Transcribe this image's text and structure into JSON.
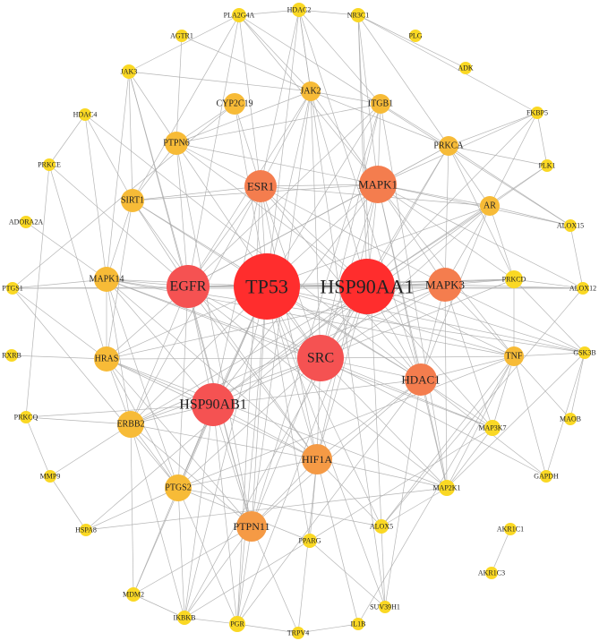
{
  "colors": {
    "tier1": "#ff2d2d",
    "tier2": "#f55252",
    "tier3": "#f47d4e",
    "tier4": "#f59a45",
    "tier5": "#f7bb37",
    "tier6": "#fad824",
    "edge": "#a9a9a9"
  },
  "nodes": [
    {
      "id": "TP53",
      "label": "TP53",
      "tier": 1
    },
    {
      "id": "HSP90AA1",
      "label": "HSP90AA1",
      "tier": 1
    },
    {
      "id": "EGFR",
      "label": "EGFR",
      "tier": 2
    },
    {
      "id": "HSP90AB1",
      "label": "HSP90AB1",
      "tier": 2
    },
    {
      "id": "SRC",
      "label": "SRC",
      "tier": 2
    },
    {
      "id": "MAPK1",
      "label": "MAPK1",
      "tier": 3
    },
    {
      "id": "ESR1",
      "label": "ESR1",
      "tier": 3
    },
    {
      "id": "MAPK3",
      "label": "MAPK3",
      "tier": 3
    },
    {
      "id": "HDAC1",
      "label": "HDAC1",
      "tier": 3
    },
    {
      "id": "HIF1A",
      "label": "HIF1A",
      "tier": 4
    },
    {
      "id": "PTPN11",
      "label": "PTPN11",
      "tier": 4
    },
    {
      "id": "PTGS2",
      "label": "PTGS2",
      "tier": 5
    },
    {
      "id": "ERBB2",
      "label": "ERBB2",
      "tier": 5
    },
    {
      "id": "HRAS",
      "label": "HRAS",
      "tier": 5
    },
    {
      "id": "MAPK14",
      "label": "MAPK14",
      "tier": 5
    },
    {
      "id": "SIRT1",
      "label": "SIRT1",
      "tier": 5
    },
    {
      "id": "PTPN6",
      "label": "PTPN6",
      "tier": 5
    },
    {
      "id": "CYP2C19",
      "label": "CYP2C19",
      "tier": 5
    },
    {
      "id": "JAK2",
      "label": "JAK2",
      "tier": 5
    },
    {
      "id": "ITGB1",
      "label": "ITGB1",
      "tier": 5
    },
    {
      "id": "PRKCA",
      "label": "PRKCA",
      "tier": 5
    },
    {
      "id": "AR",
      "label": "AR",
      "tier": 5
    },
    {
      "id": "PRKCD",
      "label": "PRKCD",
      "tier": 6
    },
    {
      "id": "TNF",
      "label": "TNF",
      "tier": 5
    },
    {
      "id": "MAP3K7",
      "label": "MAP3K7",
      "tier": 6
    },
    {
      "id": "MAP2K1",
      "label": "MAP2K1",
      "tier": 6
    },
    {
      "id": "PLA2G4A",
      "label": "PLA2G4A",
      "tier": 6
    },
    {
      "id": "HDAC2",
      "label": "HDAC2",
      "tier": 6
    },
    {
      "id": "NR3C1",
      "label": "NR3C1",
      "tier": 6
    },
    {
      "id": "AGTR1",
      "label": "AGTR1",
      "tier": 6
    },
    {
      "id": "PLG",
      "label": "PLG",
      "tier": 6
    },
    {
      "id": "ADK",
      "label": "ADK",
      "tier": 6
    },
    {
      "id": "JAK3",
      "label": "JAK3",
      "tier": 6
    },
    {
      "id": "FKBP5",
      "label": "FKBP5",
      "tier": 6
    },
    {
      "id": "HDAC4",
      "label": "HDAC4",
      "tier": 6
    },
    {
      "id": "PLK1",
      "label": "PLK1",
      "tier": 6
    },
    {
      "id": "PRKCE",
      "label": "PRKCE",
      "tier": 6
    },
    {
      "id": "ALOX15",
      "label": "ALOX15",
      "tier": 6
    },
    {
      "id": "ADORA2A",
      "label": "ADORA2A",
      "tier": 6
    },
    {
      "id": "ALOX12",
      "label": "ALOX12",
      "tier": 6
    },
    {
      "id": "PTGS1",
      "label": "PTGS1",
      "tier": 6
    },
    {
      "id": "RXRB",
      "label": "RXRB",
      "tier": 6
    },
    {
      "id": "GSK3B",
      "label": "GSK3B",
      "tier": 6
    },
    {
      "id": "PRKCQ",
      "label": "PRKCQ",
      "tier": 6
    },
    {
      "id": "MAOB",
      "label": "MAOB",
      "tier": 6
    },
    {
      "id": "MMP9",
      "label": "MMP9",
      "tier": 6
    },
    {
      "id": "GAPDH",
      "label": "GAPDH",
      "tier": 6
    },
    {
      "id": "HSPA8",
      "label": "HSPA8",
      "tier": 6
    },
    {
      "id": "ALOX5",
      "label": "ALOX5",
      "tier": 6
    },
    {
      "id": "PPARG",
      "label": "PPARG",
      "tier": 6
    },
    {
      "id": "AKR1C1",
      "label": "AKR1C1",
      "tier": 6
    },
    {
      "id": "AKR1C3",
      "label": "AKR1C3",
      "tier": 6
    },
    {
      "id": "MDM2",
      "label": "MDM2",
      "tier": 6
    },
    {
      "id": "SUV39H1",
      "label": "SUV39H1",
      "tier": 6
    },
    {
      "id": "IKBKB",
      "label": "IKBKB",
      "tier": 6
    },
    {
      "id": "PGR",
      "label": "PGR",
      "tier": 6
    },
    {
      "id": "TRPV4",
      "label": "TRPV4",
      "tier": 6
    },
    {
      "id": "IL1B",
      "label": "IL1B",
      "tier": 6
    }
  ],
  "edges": [
    [
      "TP53",
      "HSP90AA1"
    ],
    [
      "TP53",
      "EGFR"
    ],
    [
      "TP53",
      "SRC"
    ],
    [
      "TP53",
      "HSP90AB1"
    ],
    [
      "TP53",
      "MAPK1"
    ],
    [
      "TP53",
      "ESR1"
    ],
    [
      "TP53",
      "MAPK3"
    ],
    [
      "TP53",
      "HDAC1"
    ],
    [
      "TP53",
      "HIF1A"
    ],
    [
      "TP53",
      "SIRT1"
    ],
    [
      "TP53",
      "MAPK14"
    ],
    [
      "TP53",
      "MDM2"
    ],
    [
      "TP53",
      "JAK2"
    ],
    [
      "TP53",
      "PTGS2"
    ],
    [
      "TP53",
      "ERBB2"
    ],
    [
      "TP53",
      "HRAS"
    ],
    [
      "TP53",
      "TNF"
    ],
    [
      "TP53",
      "AR"
    ],
    [
      "TP53",
      "PRKCD"
    ],
    [
      "TP53",
      "PTPN11"
    ],
    [
      "TP53",
      "HDAC2"
    ],
    [
      "TP53",
      "GSK3B"
    ],
    [
      "TP53",
      "IKBKB"
    ],
    [
      "TP53",
      "PGR"
    ],
    [
      "TP53",
      "ALOX5"
    ],
    [
      "TP53",
      "PPARG"
    ],
    [
      "TP53",
      "PTGS1"
    ],
    [
      "TP53",
      "SUV39H1"
    ],
    [
      "TP53",
      "CYP2C19"
    ],
    [
      "TP53",
      "ITGB1"
    ],
    [
      "HSP90AA1",
      "EGFR"
    ],
    [
      "HSP90AA1",
      "SRC"
    ],
    [
      "HSP90AA1",
      "HSP90AB1"
    ],
    [
      "HSP90AA1",
      "MAPK1"
    ],
    [
      "HSP90AA1",
      "ESR1"
    ],
    [
      "HSP90AA1",
      "MAPK3"
    ],
    [
      "HSP90AA1",
      "HDAC1"
    ],
    [
      "HSP90AA1",
      "HIF1A"
    ],
    [
      "HSP90AA1",
      "AR"
    ],
    [
      "HSP90AA1",
      "ERBB2"
    ],
    [
      "HSP90AA1",
      "PRKCD"
    ],
    [
      "HSP90AA1",
      "NR3C1"
    ],
    [
      "HSP90AA1",
      "FKBP5"
    ],
    [
      "HSP90AA1",
      "PGR"
    ],
    [
      "HSP90AA1",
      "GSK3B"
    ],
    [
      "HSP90AA1",
      "TNF"
    ],
    [
      "HSP90AA1",
      "JAK2"
    ],
    [
      "HSP90AA1",
      "PTPN6"
    ],
    [
      "HSP90AA1",
      "PLK1"
    ],
    [
      "HSP90AA1",
      "HSPA8"
    ],
    [
      "HSP90AA1",
      "IKBKB"
    ],
    [
      "HSP90AA1",
      "PRKCA"
    ],
    [
      "HSP90AA1",
      "MAP3K7"
    ],
    [
      "HSP90AA1",
      "ALOX12"
    ],
    [
      "EGFR",
      "SRC"
    ],
    [
      "EGFR",
      "HSP90AB1"
    ],
    [
      "EGFR",
      "MAPK1"
    ],
    [
      "EGFR",
      "ESR1"
    ],
    [
      "EGFR",
      "MAPK3"
    ],
    [
      "EGFR",
      "ERBB2"
    ],
    [
      "EGFR",
      "HRAS"
    ],
    [
      "EGFR",
      "PTPN11"
    ],
    [
      "EGFR",
      "PTPN6"
    ],
    [
      "EGFR",
      "JAK2"
    ],
    [
      "EGFR",
      "PRKCA"
    ],
    [
      "EGFR",
      "PTGS2"
    ],
    [
      "EGFR",
      "MAPK14"
    ],
    [
      "EGFR",
      "SIRT1"
    ],
    [
      "EGFR",
      "HIF1A"
    ],
    [
      "EGFR",
      "PRKCD"
    ],
    [
      "EGFR",
      "JAK3"
    ],
    [
      "EGFR",
      "PLA2G4A"
    ],
    [
      "EGFR",
      "PRKCE"
    ],
    [
      "EGFR",
      "MAP2K1"
    ],
    [
      "EGFR",
      "ITGB1"
    ],
    [
      "SRC",
      "HSP90AB1"
    ],
    [
      "SRC",
      "MAPK1"
    ],
    [
      "SRC",
      "ESR1"
    ],
    [
      "SRC",
      "MAPK3"
    ],
    [
      "SRC",
      "HDAC1"
    ],
    [
      "SRC",
      "HIF1A"
    ],
    [
      "SRC",
      "PTPN11"
    ],
    [
      "SRC",
      "PTPN6"
    ],
    [
      "SRC",
      "ERBB2"
    ],
    [
      "SRC",
      "HRAS"
    ],
    [
      "SRC",
      "ITGB1"
    ],
    [
      "SRC",
      "JAK2"
    ],
    [
      "SRC",
      "PRKCD"
    ],
    [
      "SRC",
      "PRKCA"
    ],
    [
      "SRC",
      "TNF"
    ],
    [
      "SRC",
      "AR"
    ],
    [
      "SRC",
      "PTGS2"
    ],
    [
      "SRC",
      "MAPK14"
    ],
    [
      "SRC",
      "GAPDH"
    ],
    [
      "SRC",
      "MAP2K1"
    ],
    [
      "SRC",
      "MAP3K7"
    ],
    [
      "HSP90AB1",
      "ERBB2"
    ],
    [
      "HSP90AB1",
      "HRAS"
    ],
    [
      "HSP90AB1",
      "MAPK14"
    ],
    [
      "HSP90AB1",
      "HDAC1"
    ],
    [
      "HSP90AB1",
      "AR"
    ],
    [
      "HSP90AB1",
      "PTPN11"
    ],
    [
      "HSP90AB1",
      "MDM2"
    ],
    [
      "HSP90AB1",
      "PRKCQ"
    ],
    [
      "HSP90AB1",
      "HIF1A"
    ],
    [
      "HSP90AB1",
      "ESR1"
    ],
    [
      "HSP90AB1",
      "MAPK1"
    ],
    [
      "HSP90AB1",
      "PTGS2"
    ],
    [
      "HSP90AB1",
      "IKBKB"
    ],
    [
      "HSP90AB1",
      "PGR"
    ],
    [
      "MAPK1",
      "ESR1"
    ],
    [
      "MAPK1",
      "MAPK3"
    ],
    [
      "MAPK1",
      "AR"
    ],
    [
      "MAPK1",
      "PRKCA"
    ],
    [
      "MAPK1",
      "HDAC1"
    ],
    [
      "MAPK1",
      "ITGB1"
    ],
    [
      "MAPK1",
      "MAP2K1"
    ],
    [
      "MAPK1",
      "HIF1A"
    ],
    [
      "MAPK1",
      "PRKCD"
    ],
    [
      "MAPK1",
      "NR3C1"
    ],
    [
      "MAPK1",
      "FKBP5"
    ],
    [
      "MAPK1",
      "PLA2G4A"
    ],
    [
      "MAPK1",
      "ALOX15"
    ],
    [
      "MAPK1",
      "ALOX12"
    ],
    [
      "MAPK1",
      "PTPN6"
    ],
    [
      "MAPK1",
      "SIRT1"
    ],
    [
      "MAPK1",
      "JAK2"
    ],
    [
      "MAPK1",
      "TNF"
    ],
    [
      "ESR1",
      "MAPK3"
    ],
    [
      "ESR1",
      "HDAC1"
    ],
    [
      "ESR1",
      "SIRT1"
    ],
    [
      "ESR1",
      "JAK2"
    ],
    [
      "ESR1",
      "CYP2C19"
    ],
    [
      "ESR1",
      "PTPN6"
    ],
    [
      "ESR1",
      "HIF1A"
    ],
    [
      "ESR1",
      "PGR"
    ],
    [
      "ESR1",
      "AR"
    ],
    [
      "ESR1",
      "HDAC2"
    ],
    [
      "ESR1",
      "PLA2G4A"
    ],
    [
      "ESR1",
      "ERBB2"
    ],
    [
      "MAPK3",
      "PRKCD"
    ],
    [
      "MAPK3",
      "AR"
    ],
    [
      "MAPK3",
      "MAP2K1"
    ],
    [
      "MAPK3",
      "HDAC1"
    ],
    [
      "MAPK3",
      "TNF"
    ],
    [
      "MAPK3",
      "GSK3B"
    ],
    [
      "MAPK3",
      "ALOX12"
    ],
    [
      "MAPK3",
      "PRKCA"
    ],
    [
      "MAPK3",
      "ERBB2"
    ],
    [
      "MAPK3",
      "HRAS"
    ],
    [
      "MAPK3",
      "MAP3K7"
    ],
    [
      "HDAC1",
      "HIF1A"
    ],
    [
      "HDAC1",
      "HDAC2"
    ],
    [
      "HDAC1",
      "SIRT1"
    ],
    [
      "HDAC1",
      "MAP3K7"
    ],
    [
      "HDAC1",
      "MAP2K1"
    ],
    [
      "HDAC1",
      "TNF"
    ],
    [
      "HDAC1",
      "AR"
    ],
    [
      "HDAC1",
      "PGR"
    ],
    [
      "HDAC1",
      "HDAC4"
    ],
    [
      "HDAC1",
      "SUV39H1"
    ],
    [
      "HDAC1",
      "GAPDH"
    ],
    [
      "HDAC1",
      "PTPN11"
    ],
    [
      "HIF1A",
      "PTPN11"
    ],
    [
      "HIF1A",
      "PTGS2"
    ],
    [
      "HIF1A",
      "PPARG"
    ],
    [
      "HIF1A",
      "ALOX5"
    ],
    [
      "HIF1A",
      "ERBB2"
    ],
    [
      "HIF1A",
      "MAPK14"
    ],
    [
      "HIF1A",
      "IL1B"
    ],
    [
      "HIF1A",
      "TRPV4"
    ],
    [
      "HIF1A",
      "HRAS"
    ],
    [
      "HIF1A",
      "SIRT1"
    ],
    [
      "HIF1A",
      "MAP2K1"
    ],
    [
      "PTPN11",
      "PTPN6"
    ],
    [
      "PTPN11",
      "ERBB2"
    ],
    [
      "PTPN11",
      "JAK2"
    ],
    [
      "PTPN11",
      "JAK3"
    ],
    [
      "PTPN11",
      "HRAS"
    ],
    [
      "PTPN11",
      "PGR"
    ],
    [
      "PTPN11",
      "IKBKB"
    ],
    [
      "PTPN11",
      "MDM2"
    ],
    [
      "PTPN11",
      "TRPV4"
    ],
    [
      "PTPN11",
      "ITGB1"
    ],
    [
      "PTGS2",
      "MAPK14"
    ],
    [
      "PTGS2",
      "ERBB2"
    ],
    [
      "PTGS2",
      "HRAS"
    ],
    [
      "PTGS2",
      "ALOX5"
    ],
    [
      "PTGS2",
      "PTGS1"
    ],
    [
      "PTGS2",
      "IKBKB"
    ],
    [
      "PTGS2",
      "HSPA8"
    ],
    [
      "PTGS2",
      "PGR"
    ],
    [
      "PTGS2",
      "PPARG"
    ],
    [
      "PTGS2",
      "TNF"
    ],
    [
      "ERBB2",
      "HRAS"
    ],
    [
      "ERBB2",
      "PRKCQ"
    ],
    [
      "ERBB2",
      "MDM2"
    ],
    [
      "ERBB2",
      "IKBKB"
    ],
    [
      "ERBB2",
      "MAPK14"
    ],
    [
      "ERBB2",
      "MMP9"
    ],
    [
      "HRAS",
      "MAPK14"
    ],
    [
      "HRAS",
      "PRKCE"
    ],
    [
      "HRAS",
      "PTGS1"
    ],
    [
      "HRAS",
      "MAP2K1"
    ],
    [
      "HRAS",
      "SIRT1"
    ],
    [
      "MAPK14",
      "SIRT1"
    ],
    [
      "MAPK14",
      "PTGS1"
    ],
    [
      "MAPK14",
      "MAP3K7"
    ],
    [
      "MAPK14",
      "TNF"
    ],
    [
      "MAPK14",
      "GSK3B"
    ],
    [
      "MAPK14",
      "ADORA2A"
    ],
    [
      "SIRT1",
      "PTPN6"
    ],
    [
      "SIRT1",
      "JAK3"
    ],
    [
      "SIRT1",
      "HDAC4"
    ],
    [
      "SIRT1",
      "PLA2G4A"
    ],
    [
      "PTPN6",
      "JAK2"
    ],
    [
      "PTPN6",
      "JAK3"
    ],
    [
      "PTPN6",
      "CYP2C19"
    ],
    [
      "PTPN6",
      "AGTR1"
    ],
    [
      "JAK2",
      "JAK3"
    ],
    [
      "JAK2",
      "HDAC2"
    ],
    [
      "JAK2",
      "PLA2G4A"
    ],
    [
      "JAK2",
      "PRKCA"
    ],
    [
      "JAK2",
      "ITGB1"
    ],
    [
      "PRKCA",
      "AR"
    ],
    [
      "PRKCA",
      "FKBP5"
    ],
    [
      "PRKCA",
      "PRKCD"
    ],
    [
      "PRKCA",
      "PLK1"
    ],
    [
      "PRKCA",
      "ALOX15"
    ],
    [
      "PRKCA",
      "NR3C1"
    ],
    [
      "PRKCA",
      "ITGB1"
    ],
    [
      "AR",
      "PRKCD"
    ],
    [
      "AR",
      "FKBP5"
    ],
    [
      "AR",
      "ALOX15"
    ],
    [
      "AR",
      "PLK1"
    ],
    [
      "PRKCD",
      "ALOX12"
    ],
    [
      "PRKCD",
      "TNF"
    ],
    [
      "PRKCD",
      "GSK3B"
    ],
    [
      "TNF",
      "MAP3K7"
    ],
    [
      "TNF",
      "MAP2K1"
    ],
    [
      "TNF",
      "IL1B"
    ],
    [
      "TNF",
      "GAPDH"
    ],
    [
      "TNF",
      "MAOB"
    ],
    [
      "TNF",
      "GSK3B"
    ],
    [
      "TNF",
      "ALOX5"
    ],
    [
      "MAP3K7",
      "MAP2K1"
    ],
    [
      "MAP3K7",
      "IKBKB"
    ],
    [
      "MAP2K1",
      "GSK3B"
    ],
    [
      "MAP2K1",
      "HSPA8"
    ],
    [
      "MAP2K1",
      "ALOX5"
    ],
    [
      "PLA2G4A",
      "HDAC2"
    ],
    [
      "PLA2G4A",
      "JAK3"
    ],
    [
      "PLA2G4A",
      "ALOX15"
    ],
    [
      "HDAC2",
      "NR3C1"
    ],
    [
      "NR3C1",
      "FKBP5"
    ],
    [
      "NR3C1",
      "ADK"
    ],
    [
      "NR3C1",
      "SUV39H1"
    ],
    [
      "HDAC2",
      "SUV39H1"
    ],
    [
      "PRKCE",
      "PRKCQ"
    ],
    [
      "PRKCE",
      "HDAC4"
    ],
    [
      "PTGS1",
      "ALOX12"
    ],
    [
      "PRKCQ",
      "MMP9"
    ],
    [
      "MMP9",
      "HSPA8"
    ],
    [
      "MDM2",
      "IKBKB"
    ],
    [
      "IKBKB",
      "PGR"
    ],
    [
      "PGR",
      "TRPV4"
    ],
    [
      "TRPV4",
      "IL1B"
    ],
    [
      "ALOX5",
      "ALOX12"
    ],
    [
      "ALOX15",
      "ALOX12"
    ],
    [
      "GSK3B",
      "MAOB"
    ],
    [
      "GSK3B",
      "GAPDH"
    ],
    [
      "AKR1C1",
      "AKR1C3"
    ],
    [
      "PLK1",
      "FKBP5"
    ],
    [
      "CYP2C19",
      "PTGS1"
    ],
    [
      "JAK3",
      "MAPK14"
    ],
    [
      "HDAC4",
      "MAPK14"
    ],
    [
      "ITGB1",
      "MAP2K1"
    ],
    [
      "ITGB1",
      "PTPN6"
    ],
    [
      "PPARG",
      "SUV39H1"
    ],
    [
      "HRAS",
      "RXRB"
    ],
    [
      "HDAC2",
      "ITGB1"
    ],
    [
      "AGTR1",
      "JAK2"
    ]
  ]
}
